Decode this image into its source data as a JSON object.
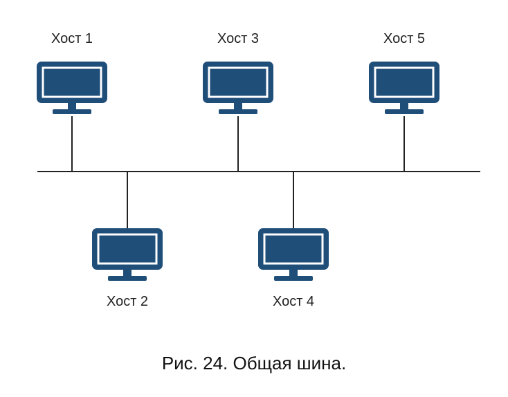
{
  "diagram": {
    "hosts": [
      {
        "label": "Хост 1"
      },
      {
        "label": "Хост 2"
      },
      {
        "label": "Хост 3"
      },
      {
        "label": "Хост 4"
      },
      {
        "label": "Хост 5"
      }
    ],
    "caption": "Рис. 24. Общая шина.",
    "icon": "monitor-icon",
    "colors": {
      "monitor": "#1f4e79",
      "screen_border": "#ffffff",
      "line": "#222222"
    }
  }
}
